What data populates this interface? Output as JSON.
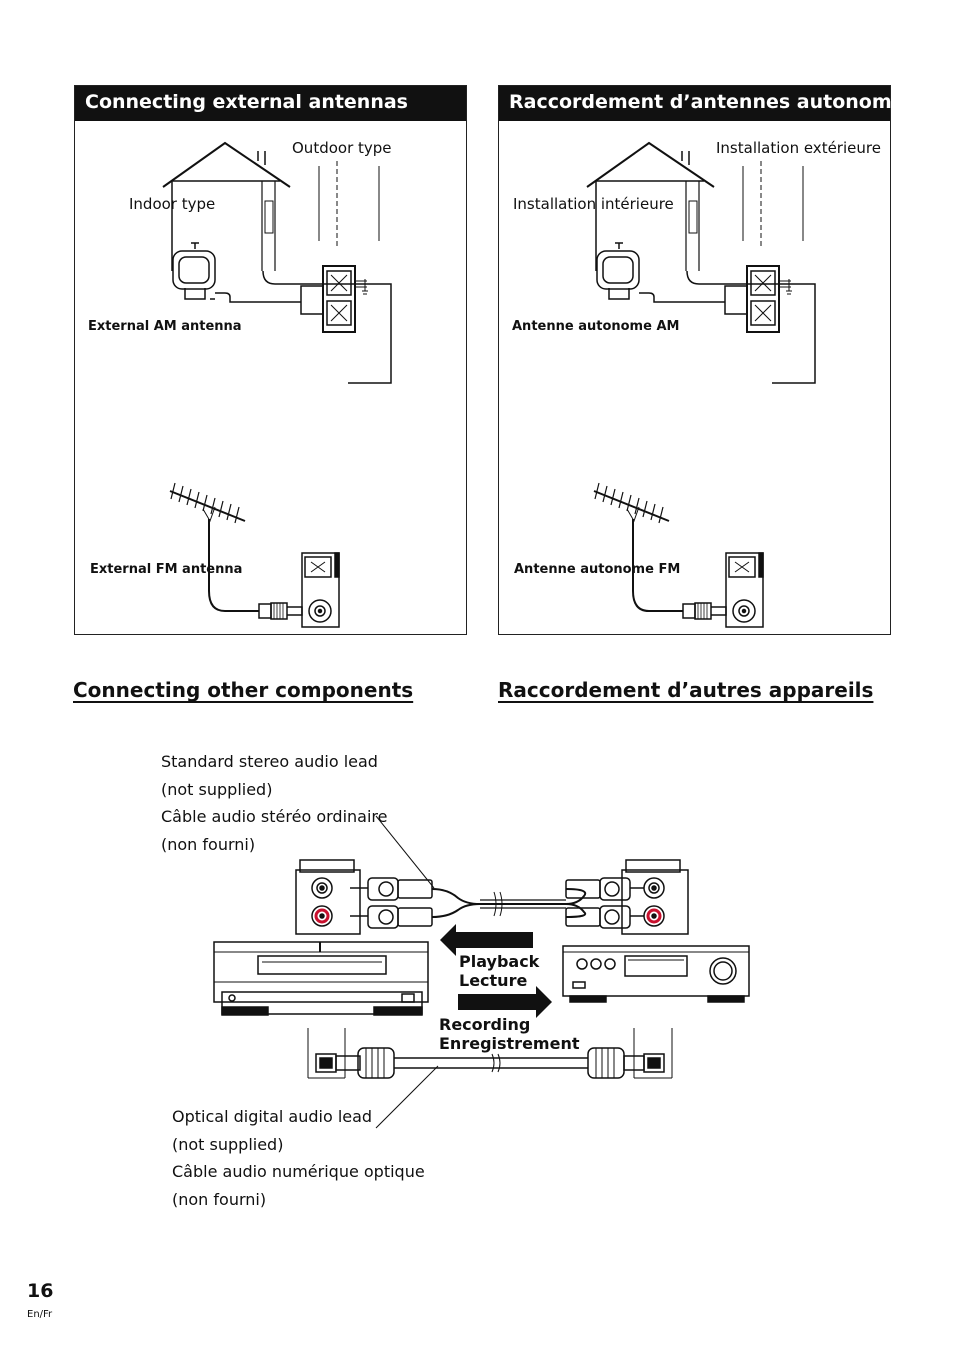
{
  "panel_en": {
    "title": "Connecting external antennas",
    "outdoor_label": "Outdoor type",
    "indoor_label": "Indoor type",
    "am_caption": "External AM antenna",
    "fm_caption": "External FM antenna"
  },
  "panel_fr": {
    "title": "Raccordement d’antennes autonomes",
    "outdoor_label": "Installation extérieure",
    "indoor_label": "Installation intérieure",
    "am_caption": "Antenne autonome AM",
    "fm_caption": "Antenne autonome FM"
  },
  "section_en": {
    "title": "Connecting other components"
  },
  "section_fr": {
    "title": "Raccordement d’autres appareils"
  },
  "stereo_lead": {
    "en_line1": "Standard stereo audio lead",
    "en_line2": "(not supplied)",
    "fr_line1": "Câble audio stéréo ordinaire",
    "fr_line2": "(non fourni)"
  },
  "optical_lead": {
    "en_line1": "Optical digital audio lead",
    "en_line2": "(not supplied)",
    "fr_line1": "Câble audio numérique optique",
    "fr_line2": "(non fourni)"
  },
  "arrows": {
    "playback_en": "Playback",
    "playback_fr": "Lecture",
    "recording_en": "Recording",
    "recording_fr": "Enregistrement"
  },
  "footer": {
    "page_number": "16",
    "language": "En/Fr"
  },
  "colors": {
    "header_bg": "#111111",
    "header_text": "#ffffff",
    "rca_red": "#c8102e"
  }
}
